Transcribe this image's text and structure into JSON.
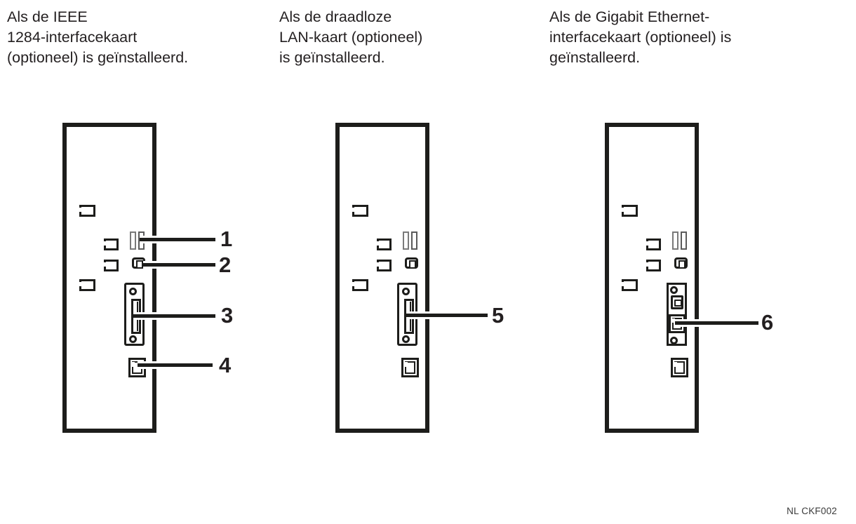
{
  "figure": {
    "code": "NL CKF002",
    "background": "#ffffff"
  },
  "colors": {
    "ink": "#231f20",
    "line": "#1d1d1b",
    "gray": "#7a7a7a"
  },
  "captions": [
    {
      "text": "Als de IEEE\n1284-interfacekaart\n(optioneel) is geïnstalleerd."
    },
    {
      "text": "Als de draadloze\nLAN-kaart (optioneel)\nis geïnstalleerd."
    },
    {
      "text": "Als de Gigabit Ethernet-\ninterfacekaart (optioneel) is\ngeïnstalleerd."
    }
  ],
  "callouts": [
    {
      "label": "1"
    },
    {
      "label": "2"
    },
    {
      "label": "3"
    },
    {
      "label": "4"
    },
    {
      "label": "5"
    },
    {
      "label": "6"
    }
  ]
}
